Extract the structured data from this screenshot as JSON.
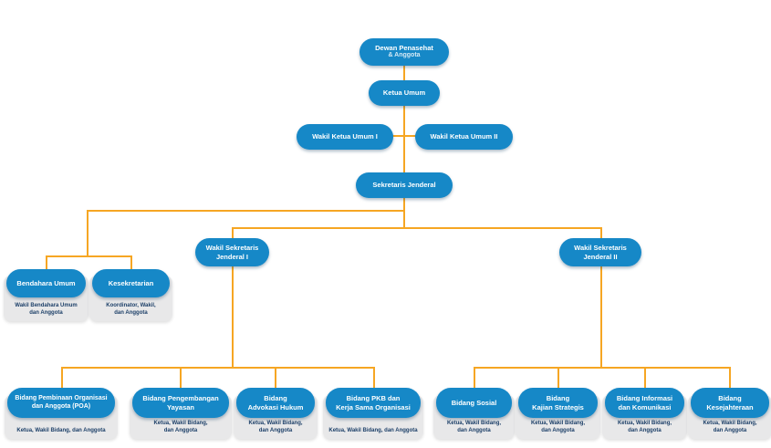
{
  "colors": {
    "pill": "#1688c7",
    "line": "#f6a623",
    "card": "#e8e8e9",
    "note": "#1c3f68"
  },
  "nodes": {
    "dewan": {
      "title": "Dewan Penasehat",
      "subtitle": "& Anggota"
    },
    "ketua_umum": {
      "title": "Ketua Umum"
    },
    "wakil_ketua_1": {
      "title": "Wakil Ketua Umum I"
    },
    "wakil_ketua_2": {
      "title": "Wakil Ketua Umum II"
    },
    "sekjen": {
      "title": "Sekretaris Jenderal"
    },
    "wakil_sekjen_1": {
      "title": [
        "Wakil Sekretaris",
        "Jenderal I"
      ]
    },
    "wakil_sekjen_2": {
      "title": [
        "Wakil Sekretaris",
        "Jenderal II"
      ]
    },
    "bendahara": {
      "title": "Bendahara Umum",
      "note": [
        "Wakil Bendahara Umum",
        "dan Anggota"
      ]
    },
    "kesekretarian": {
      "title": "Kesekretarian",
      "note": [
        "Koordinator, Wakil,",
        "dan Anggota"
      ]
    }
  },
  "bidang": [
    {
      "title": [
        "Bidang Pembinaan Organisasi",
        "dan Anggota (POA)"
      ],
      "note": "Ketua, Wakil Bidang, dan Anggota"
    },
    {
      "title": [
        "Bidang Pengembangan",
        "Yayasan"
      ],
      "note": [
        "Ketua, Wakil Bidang,",
        "dan Anggota"
      ]
    },
    {
      "title": [
        "Bidang",
        "Advokasi Hukum"
      ],
      "note": [
        "Ketua, Wakil Bidang,",
        "dan Anggota"
      ]
    },
    {
      "title": [
        "Bidang PKB dan",
        "Kerja Sama Organisasi"
      ],
      "note": "Ketua, Wakil Bidang, dan Anggota"
    },
    {
      "title": "Bidang Sosial",
      "note": [
        "Ketua, Wakil Bidang,",
        "dan Anggota"
      ]
    },
    {
      "title": [
        "Bidang",
        "Kajian Strategis"
      ],
      "note": [
        "Ketua, Wakil Bidang,",
        "dan Anggota"
      ]
    },
    {
      "title": [
        "Bidang Informasi",
        "dan Komunikasi"
      ],
      "note": [
        "Ketua, Wakil Bidang,",
        "dan Anggota"
      ]
    },
    {
      "title": [
        "Bidang",
        "Kesejahteraan"
      ],
      "note": [
        "Ketua, Wakil Bidang,",
        "dan Anggota"
      ]
    }
  ]
}
